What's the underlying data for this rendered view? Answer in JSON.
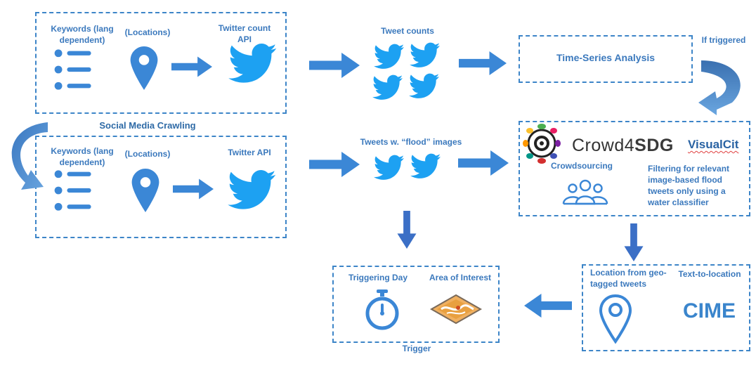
{
  "top_box": {
    "keywords": "Keywords (lang dependent)",
    "locations": "(Locations)",
    "api": "Twitter count API",
    "caption": "Social Media Crawling"
  },
  "bottom_box": {
    "keywords": "Keywords (lang dependent)",
    "locations": "(Locations)",
    "api": "Twitter API"
  },
  "tweet_counts": "Tweet counts",
  "tweets_flood": "Tweets w. “flood” images",
  "time_series": "Time-Series Analysis",
  "if_triggered": "If triggered",
  "crowd_box": {
    "brand_prefix": "Crowd4",
    "brand_suffix": "SDG",
    "visualcit": "VisualCit",
    "crowdsourcing": "Crowdsourcing",
    "filtering": "Filtering for relevant image-based flood tweets only using a water classifier"
  },
  "location_box": {
    "geo": "Location from geo-tagged tweets",
    "text_to_location": "Text-to-location",
    "cime": "CIME"
  },
  "trigger_box": {
    "triggering_day": "Triggering Day",
    "area_of_interest": "Area of Interest",
    "caption": "Trigger"
  },
  "colors": {
    "accent": "#3d85c8",
    "twitter": "#1da1f2",
    "arrow": "#3b87d6"
  }
}
